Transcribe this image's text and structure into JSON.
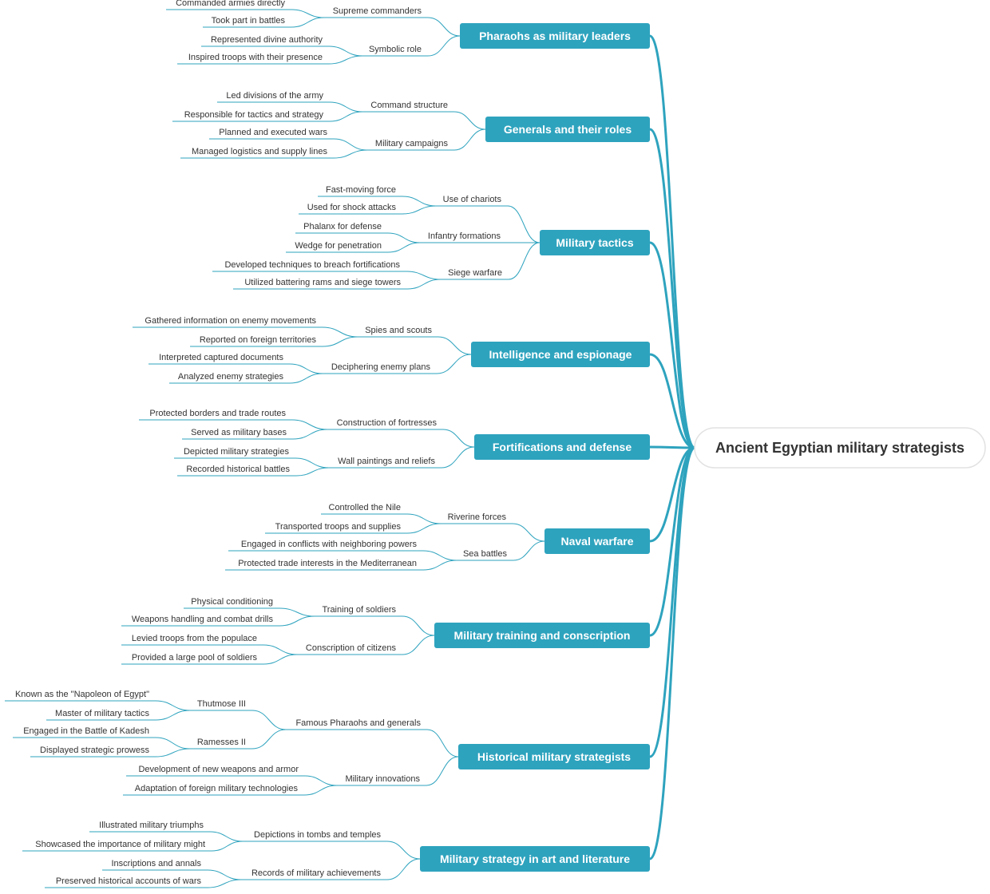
{
  "colors": {
    "accent": "#2ea3be",
    "root_fill": "#ffffff",
    "text": "#333333"
  },
  "root": {
    "label": "Ancient Egyptian military strategists"
  },
  "branches": [
    {
      "label": "Pharaohs as military leaders",
      "children": [
        {
          "label": "Supreme commanders",
          "children": [
            {
              "label": "Commanded armies directly"
            },
            {
              "label": "Took part in battles"
            }
          ]
        },
        {
          "label": "Symbolic role",
          "children": [
            {
              "label": "Represented divine authority"
            },
            {
              "label": "Inspired troops with their presence"
            }
          ]
        }
      ]
    },
    {
      "label": "Generals and their roles",
      "children": [
        {
          "label": "Command structure",
          "children": [
            {
              "label": "Led divisions of the army"
            },
            {
              "label": "Responsible for tactics and strategy"
            }
          ]
        },
        {
          "label": "Military campaigns",
          "children": [
            {
              "label": "Planned and executed wars"
            },
            {
              "label": "Managed logistics and supply lines"
            }
          ]
        }
      ]
    },
    {
      "label": "Military tactics",
      "children": [
        {
          "label": "Use of chariots",
          "children": [
            {
              "label": "Fast-moving force"
            },
            {
              "label": "Used for shock attacks"
            }
          ]
        },
        {
          "label": "Infantry formations",
          "children": [
            {
              "label": "Phalanx for defense"
            },
            {
              "label": "Wedge for penetration"
            }
          ]
        },
        {
          "label": "Siege warfare",
          "children": [
            {
              "label": "Developed techniques to breach fortifications"
            },
            {
              "label": "Utilized battering rams and siege towers"
            }
          ]
        }
      ]
    },
    {
      "label": "Intelligence and espionage",
      "children": [
        {
          "label": "Spies and scouts",
          "children": [
            {
              "label": "Gathered information on enemy movements"
            },
            {
              "label": "Reported on foreign territories"
            }
          ]
        },
        {
          "label": "Deciphering enemy plans",
          "children": [
            {
              "label": "Interpreted captured documents"
            },
            {
              "label": "Analyzed enemy strategies"
            }
          ]
        }
      ]
    },
    {
      "label": "Fortifications and defense",
      "children": [
        {
          "label": "Construction of fortresses",
          "children": [
            {
              "label": "Protected borders and trade routes"
            },
            {
              "label": "Served as military bases"
            }
          ]
        },
        {
          "label": "Wall paintings and reliefs",
          "children": [
            {
              "label": "Depicted military strategies"
            },
            {
              "label": "Recorded historical battles"
            }
          ]
        }
      ]
    },
    {
      "label": "Naval warfare",
      "children": [
        {
          "label": "Riverine forces",
          "children": [
            {
              "label": "Controlled the Nile"
            },
            {
              "label": "Transported troops and supplies"
            }
          ]
        },
        {
          "label": "Sea battles",
          "children": [
            {
              "label": "Engaged in conflicts with neighboring powers"
            },
            {
              "label": "Protected trade interests in the Mediterranean"
            }
          ]
        }
      ]
    },
    {
      "label": "Military training and conscription",
      "children": [
        {
          "label": "Training of soldiers",
          "children": [
            {
              "label": "Physical conditioning"
            },
            {
              "label": "Weapons handling and combat drills"
            }
          ]
        },
        {
          "label": "Conscription of citizens",
          "children": [
            {
              "label": "Levied troops from the populace"
            },
            {
              "label": "Provided a large pool of soldiers"
            }
          ]
        }
      ]
    },
    {
      "label": "Historical military strategists",
      "children": [
        {
          "label": "Famous Pharaohs and generals",
          "children": [
            {
              "label": "Thutmose III",
              "children": [
                {
                  "label": "Known as the \"Napoleon of Egypt\""
                },
                {
                  "label": "Master of military tactics"
                }
              ]
            },
            {
              "label": "Ramesses II",
              "children": [
                {
                  "label": "Engaged in the Battle of Kadesh"
                },
                {
                  "label": "Displayed strategic prowess"
                }
              ]
            }
          ]
        },
        {
          "label": "Military innovations",
          "children": [
            {
              "label": "Development of new weapons and armor"
            },
            {
              "label": "Adaptation of foreign military technologies"
            }
          ]
        }
      ]
    },
    {
      "label": "Military strategy in art and literature",
      "children": [
        {
          "label": "Depictions in tombs and temples",
          "children": [
            {
              "label": "Illustrated military triumphs"
            },
            {
              "label": "Showcased the importance of military might"
            }
          ]
        },
        {
          "label": "Records of military achievements",
          "children": [
            {
              "label": "Inscriptions and annals"
            },
            {
              "label": "Preserved historical accounts of wars"
            }
          ]
        }
      ]
    }
  ]
}
